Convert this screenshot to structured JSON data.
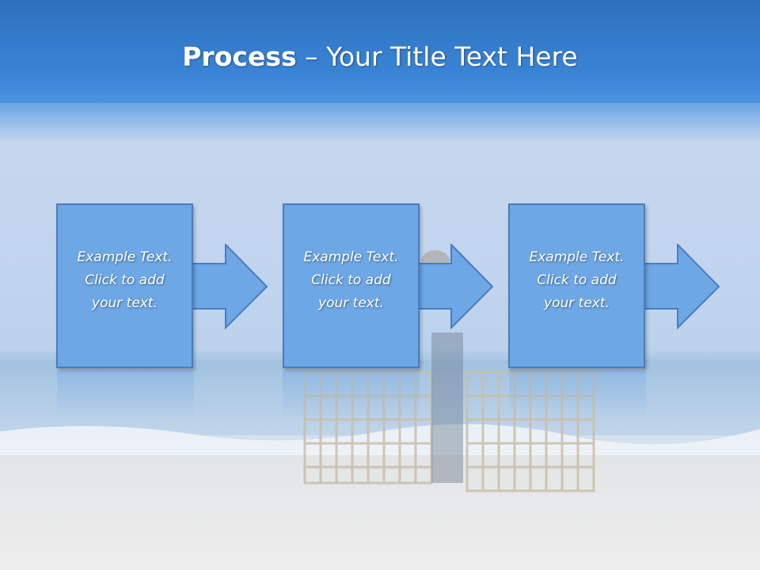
{
  "title": {
    "bold_part": "Process",
    "rest": " – Your Title Text Here"
  },
  "steps": [
    {
      "line1": "Example Text.",
      "line2": "Click  to add",
      "line3": "your text."
    },
    {
      "line1": "Example Text.",
      "line2": "Click  to add",
      "line3": "your text."
    },
    {
      "line1": "Example Text.",
      "line2": "Click  to add",
      "line3": "your text."
    }
  ],
  "colors": {
    "header": "#3a85d6",
    "box_fill": "#6da7e5",
    "box_border": "#4a7cbf",
    "text": "#ffffff"
  },
  "icons": [
    "right-arrow-icon"
  ]
}
